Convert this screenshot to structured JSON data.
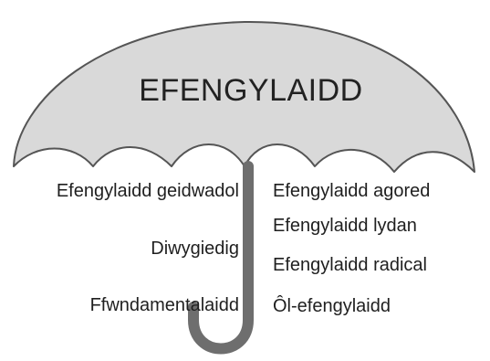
{
  "umbrella": {
    "title": "EFENGYLAIDD",
    "canopy_fill": "#d9d9d9",
    "outline_color": "#555555",
    "handle_color": "#6e6e6e"
  },
  "left_labels": [
    "Efengylaidd geidwadol",
    "Diwygiedig",
    "Ffwndamentalaidd"
  ],
  "right_labels": [
    "Efengylaidd agored",
    "Efengylaidd lydan",
    "Efengylaidd radical",
    "Ôl-efengylaidd"
  ]
}
